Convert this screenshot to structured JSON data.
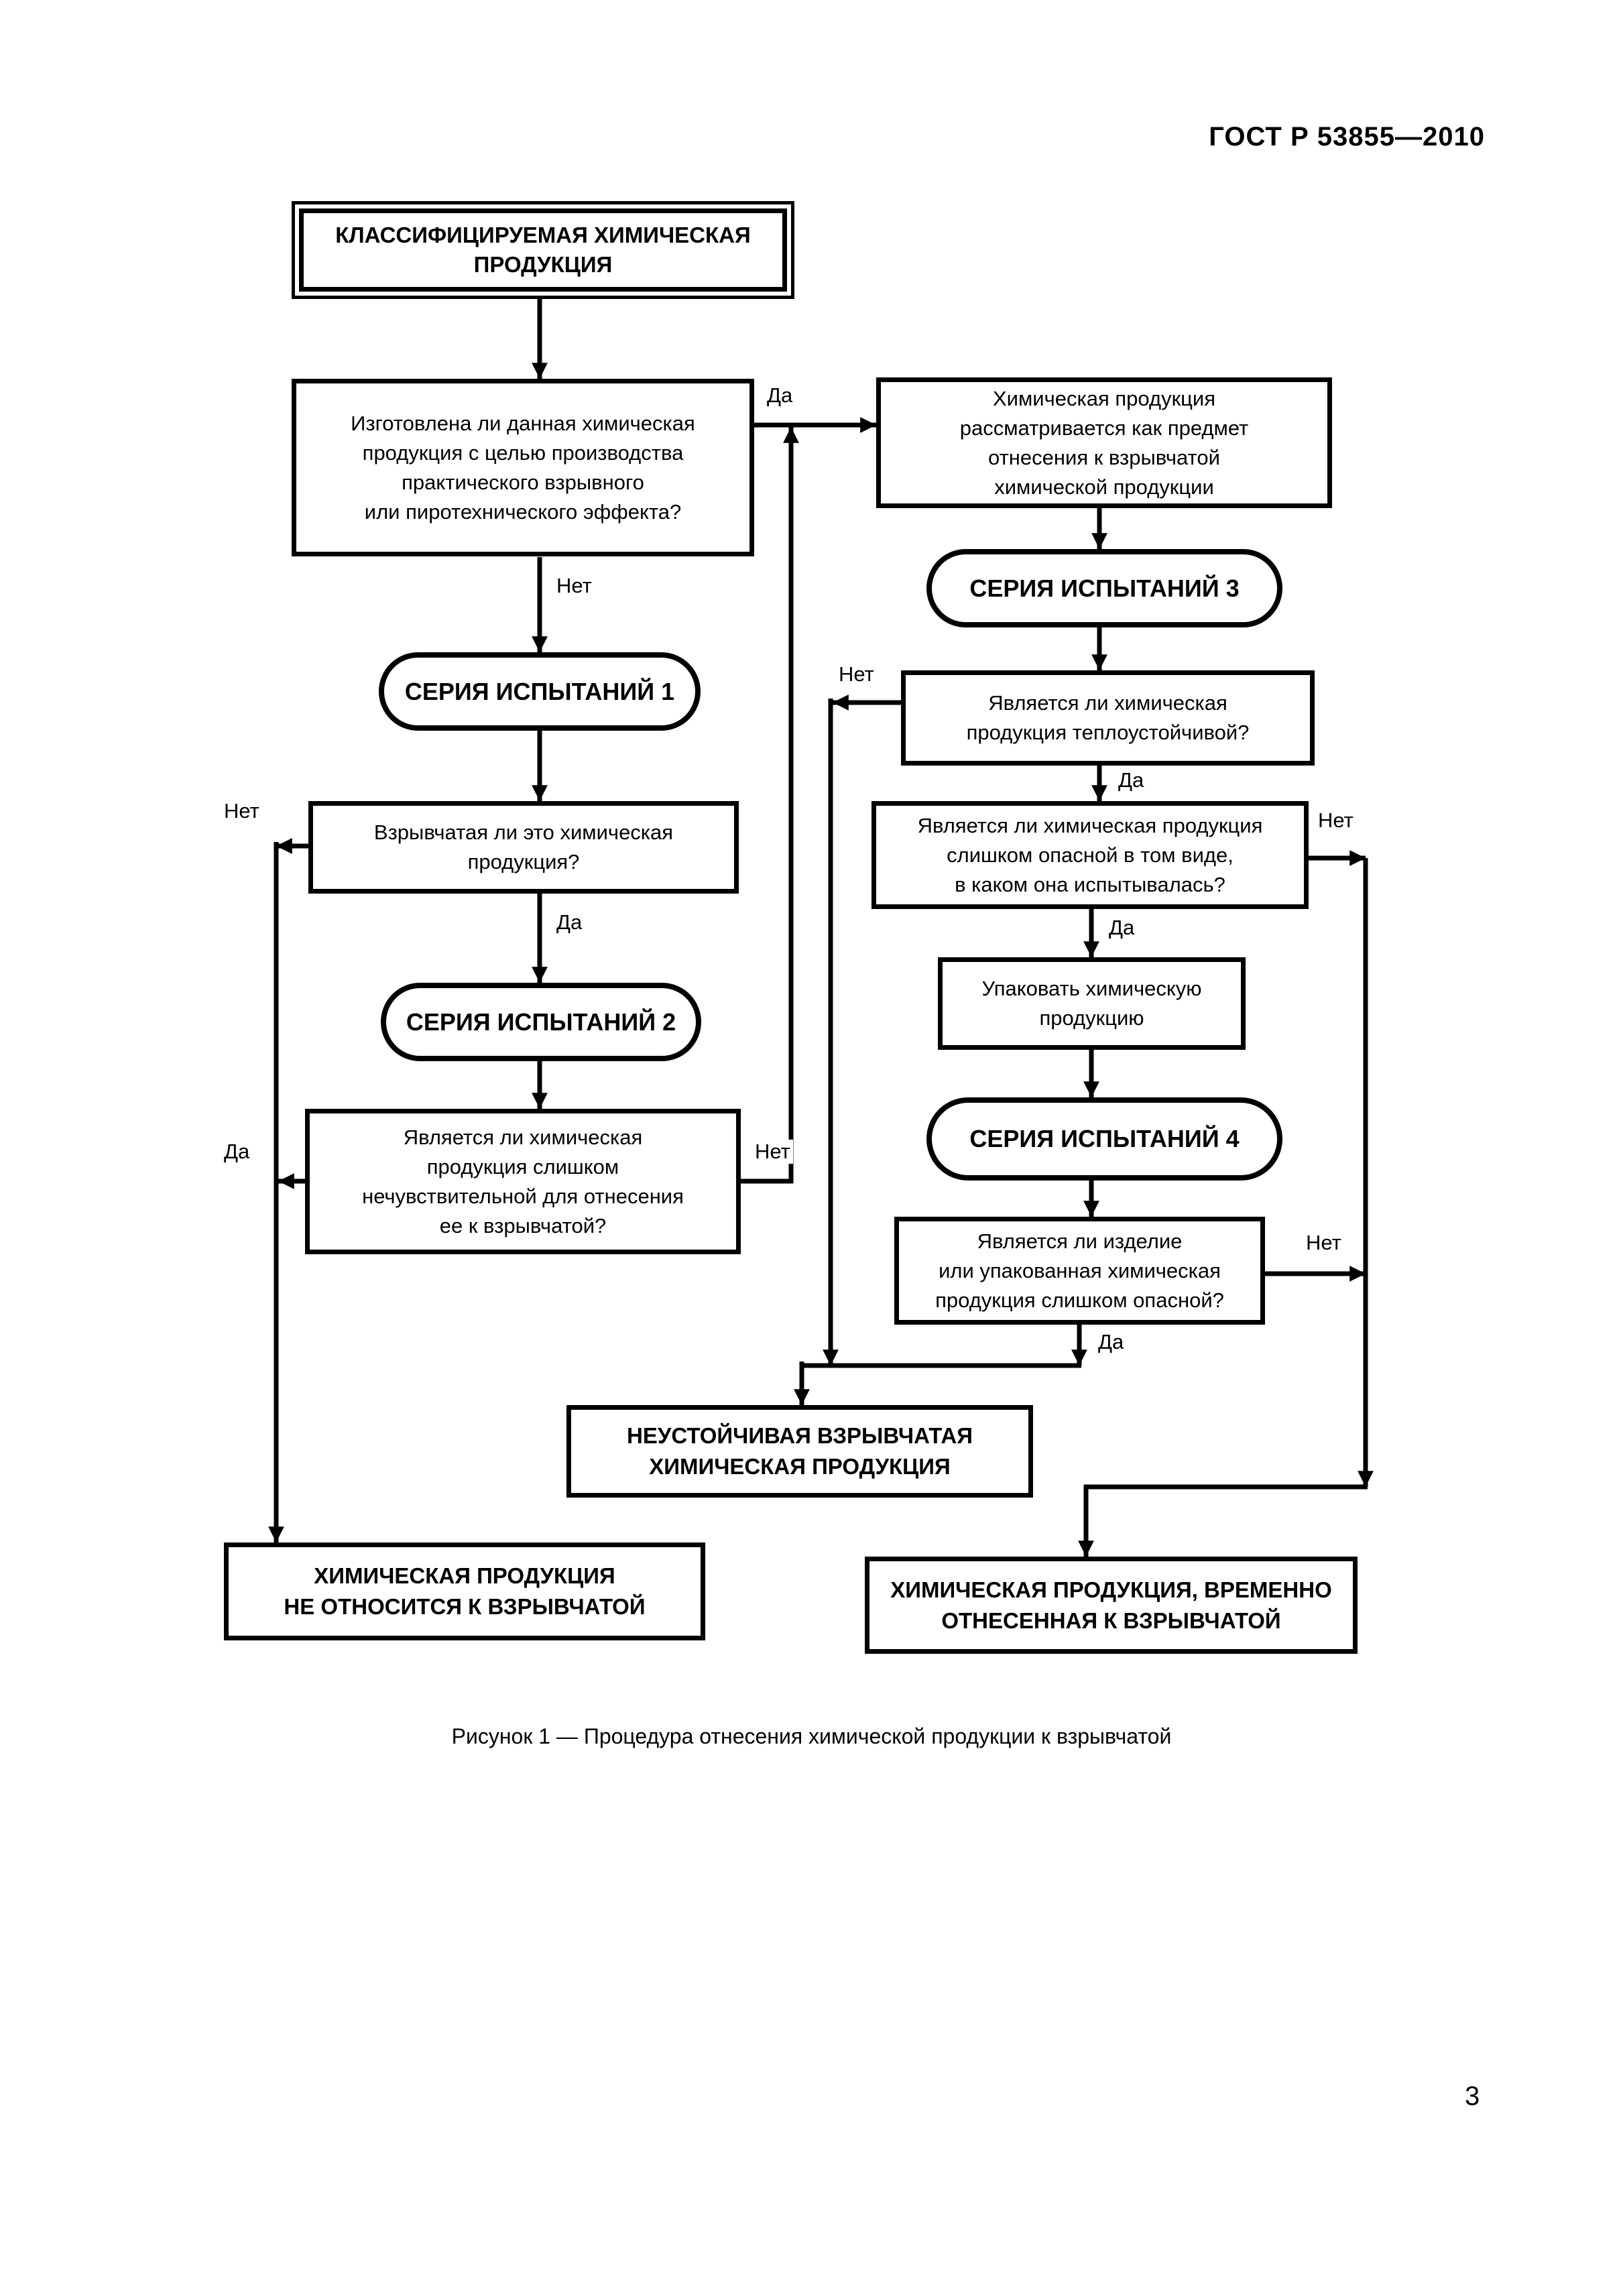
{
  "document": {
    "standard_header": "ГОСТ Р 53855—2010",
    "figure_caption": "Рисунок 1 — Процедура отнесения химической продукции к взрывчатой",
    "page_number": "3"
  },
  "decision_labels": {
    "yes": "Да",
    "no": "Нет"
  },
  "flowchart": {
    "nodes": {
      "start": "КЛАССИФИЦИРУЕМАЯ ХИМИЧЕСКАЯ\nПРОДУКЦИЯ",
      "q_intended_effect": "Изготовлена ли данная химическая\nпродукция с целью производства\nпрактического взрывного\nили пиротехнического эффекта?",
      "candidate_explosive": "Химическая продукция\nрассматривается как предмет\nотнесения к взрывчатой\nхимической продукции",
      "test_series_1": "СЕРИЯ ИСПЫТАНИЙ 1",
      "test_series_2": "СЕРИЯ ИСПЫТАНИЙ 2",
      "test_series_3": "СЕРИЯ ИСПЫТАНИЙ 3",
      "test_series_4": "СЕРИЯ ИСПЫТАНИЙ 4",
      "q_is_explosive": "Взрывчатая ли это химическая\nпродукция?",
      "q_too_insensitive": "Является ли химическая\nпродукция слишком\nнечувствительной для отнесения\nее к взрывчатой?",
      "q_thermally_stable": "Является ли химическая\nпродукция теплоустойчивой?",
      "q_too_dangerous_as_tested": "Является ли химическая продукция\nслишком опасной в том виде,\nв каком она испытывалась?",
      "pack_product": "Упаковать химическую\nпродукцию",
      "q_article_too_dangerous": "Является ли изделие\nили упакованная химическая\nпродукция слишком опасной?",
      "unstable_explosive": "НЕУСТОЙЧИВАЯ ВЗРЫВЧАТАЯ\nХИМИЧЕСКАЯ ПРОДУКЦИЯ",
      "not_explosive": "ХИМИЧЕСКАЯ ПРОДУКЦИЯ\nНЕ ОТНОСИТСЯ К ВЗРЫВЧАТОЙ",
      "temporarily_explosive": "ХИМИЧЕСКАЯ ПРОДУКЦИЯ, ВРЕМЕННО\nОТНЕСЕННАЯ К ВЗРЫВЧАТОЙ"
    }
  },
  "colors": {
    "ink": "#000000",
    "paper": "#ffffff"
  }
}
